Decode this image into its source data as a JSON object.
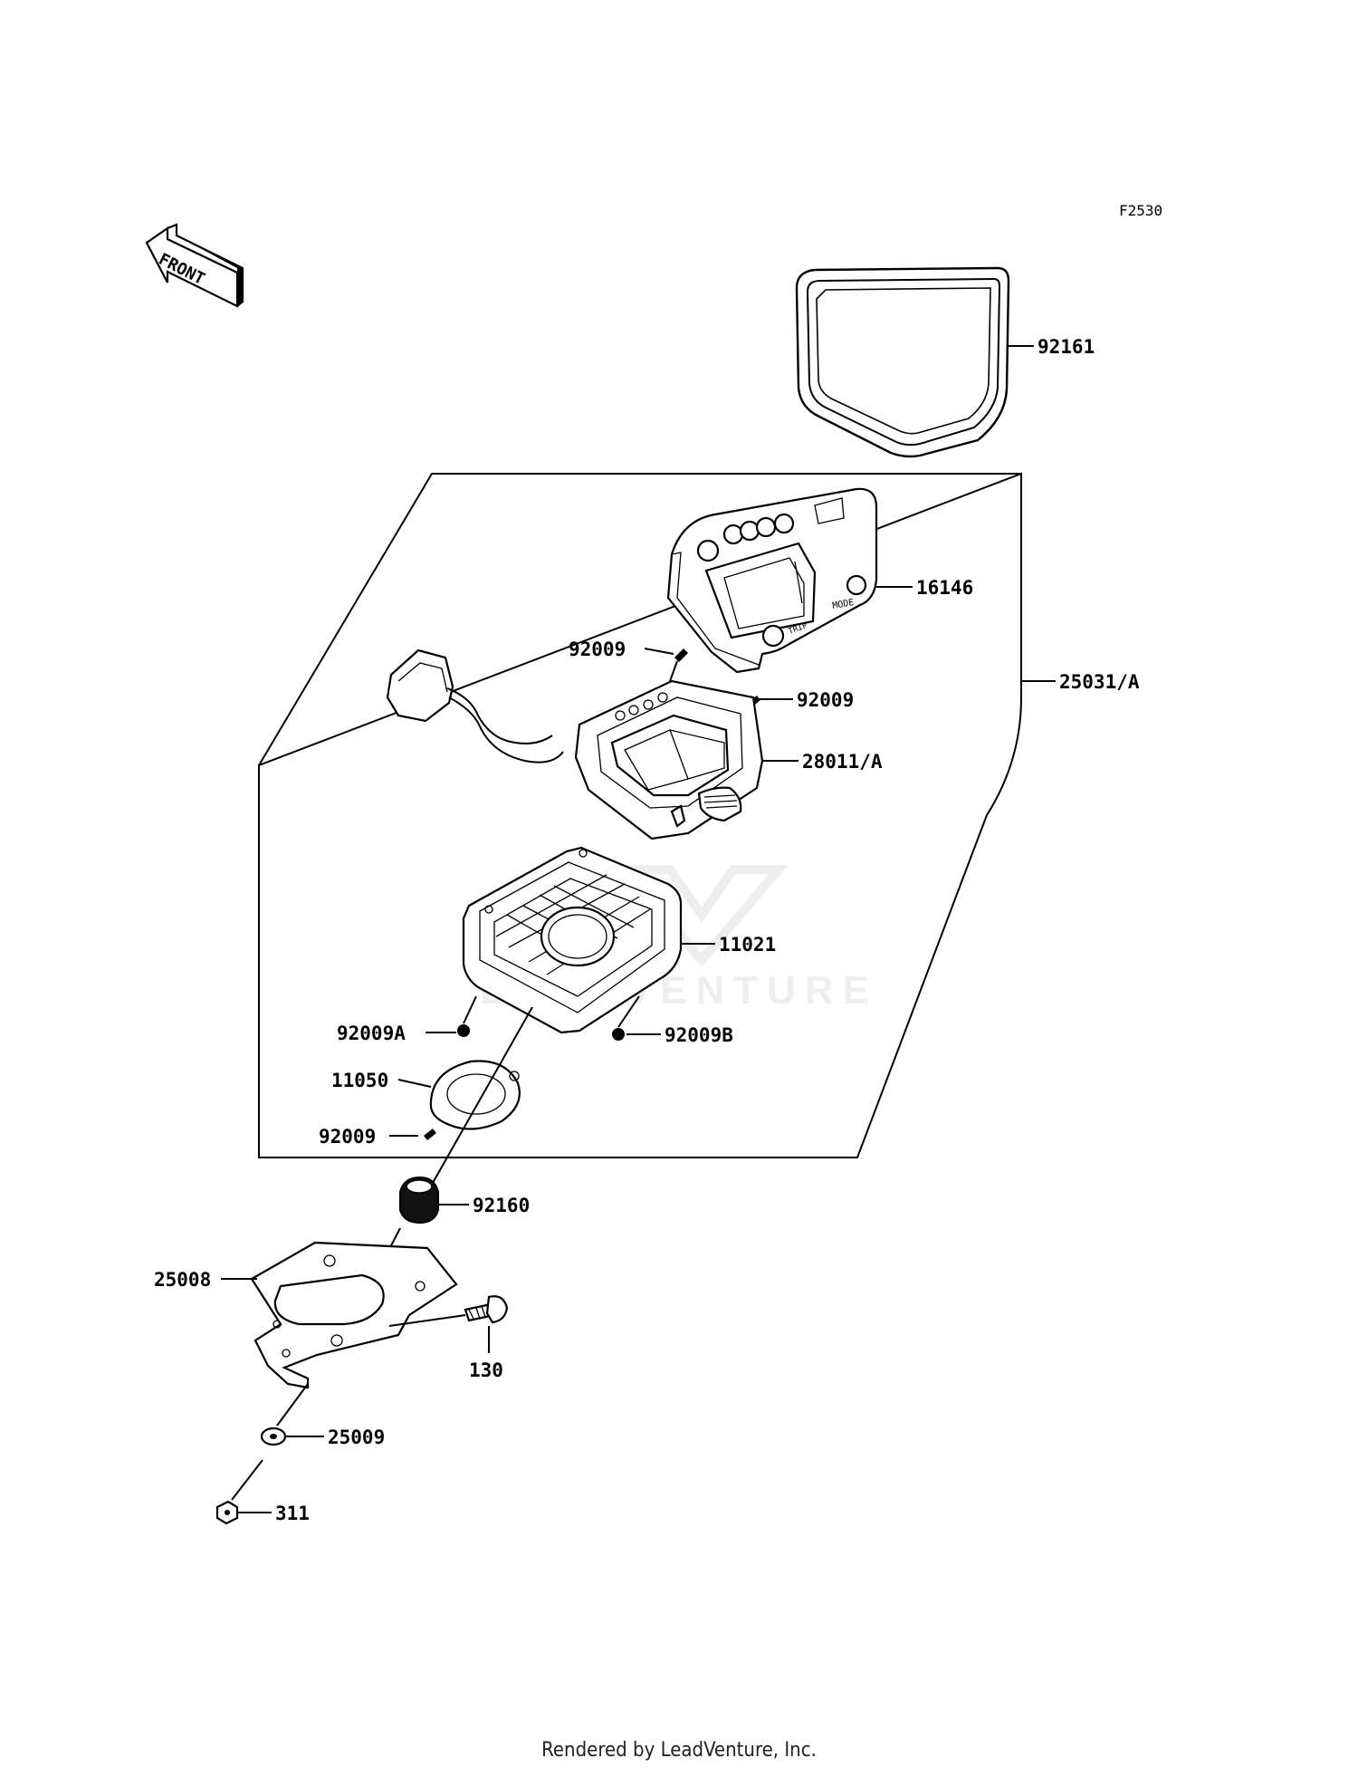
{
  "figure_code": "F2530",
  "front_label": "FRONT",
  "watermark": "LEADVENTURE",
  "footer": "Rendered by LeadVenture, Inc.",
  "callouts": {
    "p92161": "92161",
    "p16146": "16146",
    "p25031A": "25031/A",
    "p92009_top": "92009",
    "p92009_right": "92009",
    "p28011A": "28011/A",
    "p11021": "11021",
    "p92009A": "92009A",
    "p92009B": "92009B",
    "p11050": "11050",
    "p92009_low": "92009",
    "p92160": "92160",
    "p25008": "25008",
    "p130": "130",
    "p25009": "25009",
    "p311": "311"
  }
}
